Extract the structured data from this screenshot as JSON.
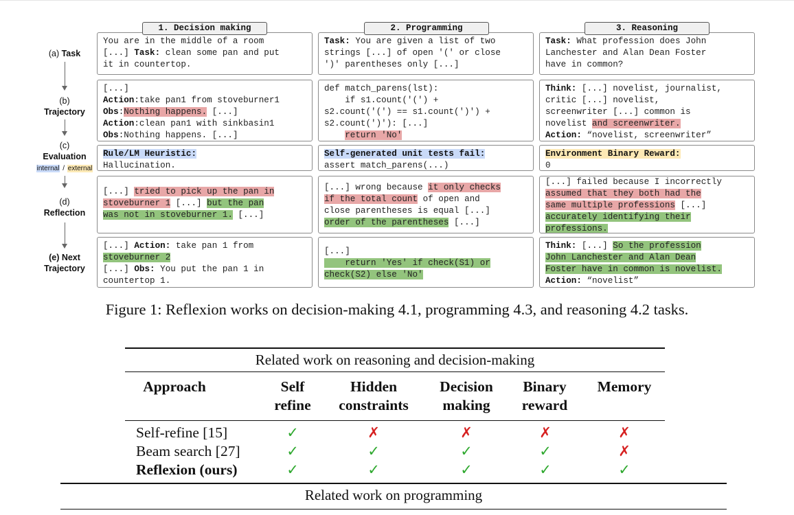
{
  "figure": {
    "columns": [
      "1. Decision making",
      "2. Programming",
      "3. Reasoning"
    ],
    "row_labels": {
      "task": {
        "letter": "(a)",
        "name": "Task"
      },
      "trajectory": {
        "letter": "(b)",
        "name": "Trajectory"
      },
      "evaluation": {
        "letter": "(c)",
        "name": "Evaluation",
        "internal": "internal",
        "slash": " / ",
        "external": "external"
      },
      "reflection": {
        "letter": "(d)",
        "name": "Reflection"
      },
      "next": {
        "letter": "(e) Next",
        "name": "Trajectory"
      }
    },
    "decision": {
      "task": {
        "l1": "You are in the middle of a room",
        "l2a": "[...] ",
        "l2b": "Task:",
        "l2c": " clean some pan and put",
        "l3": "it in countertop."
      },
      "trajectory": {
        "l1": "[...]",
        "a1k": "Action",
        "a1v": ":take pan1 from stoveburner1",
        "o1k": "Obs",
        "o1v": ":",
        "o1h": "Nothing happens.",
        "o1t": " [...]",
        "a2k": "Action",
        "a2v": ":clean pan1 with sinkbasin1",
        "o2k": "Obs",
        "o2v": ":Nothing happens. [...]"
      },
      "evaluation": {
        "title": "Rule/LM Heuristic:",
        "value": "Hallucination."
      },
      "reflection": {
        "l1a": "[...] ",
        "l1b": "tried to pick up the pan in",
        "l2a": "stoveburner 1",
        "l2b": " [...] ",
        "l2c": "but the pan",
        "l3a": "was not in stoveburner 1.",
        "l3b": " [...]"
      },
      "next": {
        "l1a": "[...] ",
        "l1b": "Action:",
        "l1c": " take pan 1 from",
        "l2": "stoveburner 2",
        "l3a": "[...] ",
        "l3b": "Obs:",
        "l3c": " You put the pan 1 in",
        "l4": "countertop 1."
      }
    },
    "programming": {
      "task": {
        "l1a": "Task:",
        "l1b": " You are given a list of two",
        "l2": "strings [...] of open '(' or close",
        "l3": "')' parentheses only [...]"
      },
      "trajectory": {
        "l1": "def match_parens(lst):",
        "l2": "    if s1.count('(') +",
        "l3": "s2.count('(') == s1.count(')') +",
        "l4": "s2.count(')'): [...]",
        "l5a": "    ",
        "l5b": "return 'No'"
      },
      "evaluation": {
        "title": "Self-generated unit tests fail:",
        "value": "assert match_parens(...)"
      },
      "reflection": {
        "l1a": "[...] wrong because ",
        "l1b": "it only checks",
        "l2a": "if the total count",
        "l2b": " of open and",
        "l3": "close parentheses is equal [...]",
        "l4a": "order of the parentheses",
        "l4b": " [...]"
      },
      "next": {
        "l1": "[...]",
        "l2a": "    return 'Yes' if check(S1) or",
        "l3a": "check(S2) else 'No'"
      }
    },
    "reasoning": {
      "task": {
        "l1a": "Task:",
        "l1b": " What profession does John",
        "l2": "Lanchester and Alan Dean Foster",
        "l3": "have in common?"
      },
      "trajectory": {
        "l1a": "Think:",
        "l1b": " [...] novelist, journalist,",
        "l2": "critic [...] novelist,",
        "l3": "screenwriter [...] common is",
        "l4a": "novelist ",
        "l4b": "and screenwriter.",
        "l5a": "Action:",
        "l5b": " “novelist, screenwriter”"
      },
      "evaluation": {
        "title": "Environment Binary Reward:",
        "value": "0"
      },
      "reflection": {
        "l1": "[...] failed because I incorrectly",
        "l2": "assumed that they both had the",
        "l3a": "same multiple professions",
        "l3b": " [...]",
        "l4": "accurately identifying their",
        "l5": "professions."
      },
      "next": {
        "l1a": "Think:",
        "l1b": " [...] ",
        "l1c": "So the profession",
        "l2": "John Lanchester and Alan Dean",
        "l3": "Foster have in common is novelist.",
        "l4a": "Action:",
        "l4b": " “novelist”"
      }
    },
    "caption": "Figure 1: Reflexion works on decision-making 4.1, programming 4.3, and reasoning 4.2 tasks."
  },
  "table": {
    "caption_top": "Related work on reasoning and decision-making",
    "headers": {
      "approach": "Approach",
      "self_refine": [
        "Self",
        "refine"
      ],
      "hidden": [
        "Hidden",
        "constraints"
      ],
      "decision": [
        "Decision",
        "making"
      ],
      "binary": [
        "Binary",
        "reward"
      ],
      "memory": "Memory"
    },
    "rows": [
      {
        "name": "Self-refine [15]",
        "values": [
          "✓",
          "✗",
          "✗",
          "✗",
          "✗"
        ]
      },
      {
        "name": "Beam search [27]",
        "values": [
          "✓",
          "✓",
          "✓",
          "✓",
          "✗"
        ]
      },
      {
        "name": "Reflexion (ours)",
        "values": [
          "✓",
          "✓",
          "✓",
          "✓",
          "✓"
        ]
      }
    ],
    "caption_bottom": "Related work on programming",
    "colors": {
      "check": "#2ea82e",
      "cross": "#d62020"
    }
  }
}
